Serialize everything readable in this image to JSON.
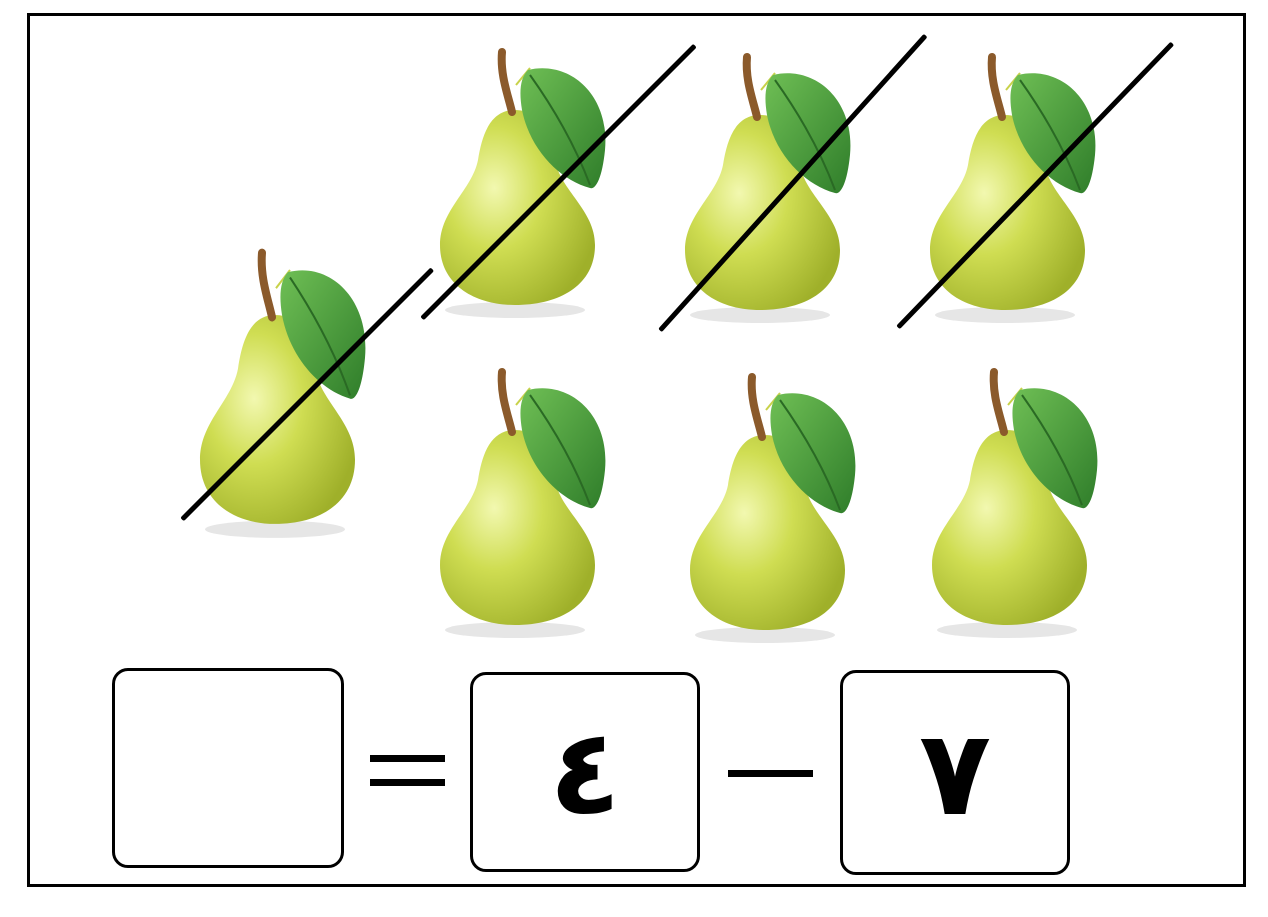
{
  "worksheet": {
    "pears_total": 7,
    "pears_crossed_out": 4,
    "equation": {
      "minuend": "٧",
      "subtrahend": "٤",
      "result": "",
      "operator_minus": "minus-sign",
      "operator_equals": "equals-sign"
    },
    "colors": {
      "border": "#000000",
      "pear_body": "#c9d94a",
      "pear_highlight": "#eef5a0",
      "leaf": "#4a9a3a",
      "stem": "#8b5a2b"
    },
    "icons": [
      "pear-icon",
      "strike-line"
    ]
  }
}
